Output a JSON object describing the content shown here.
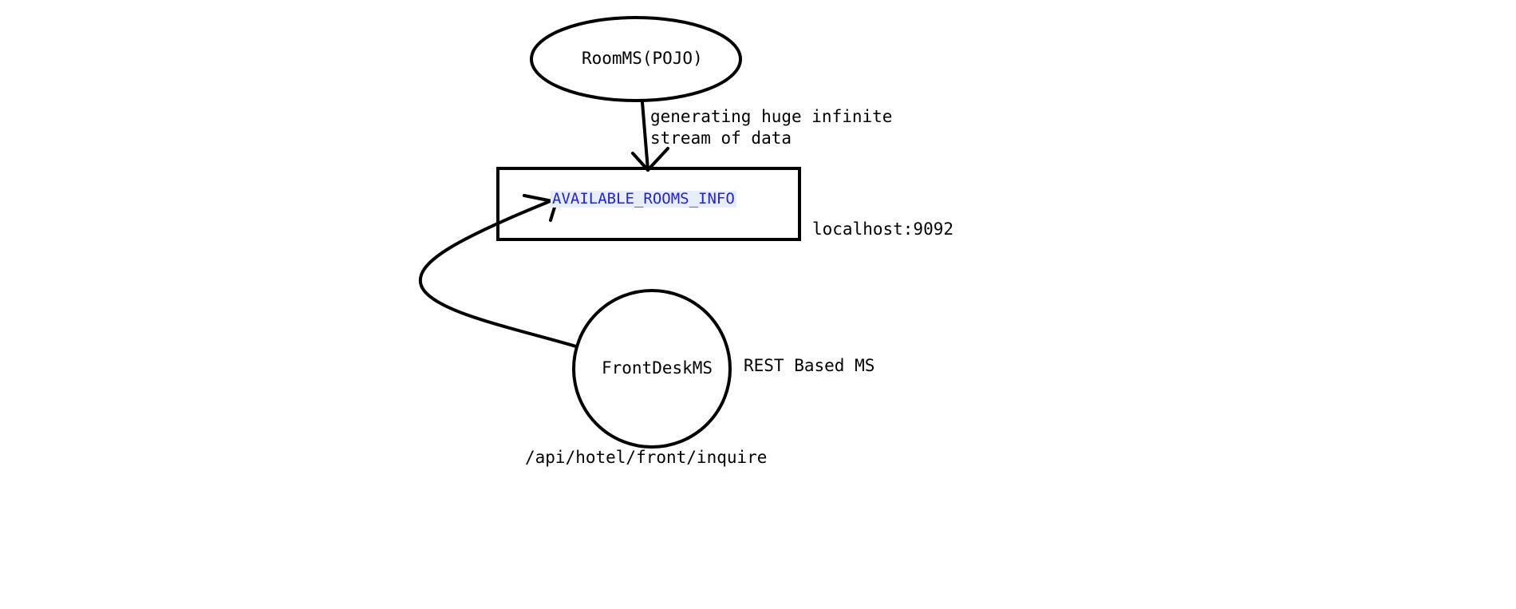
{
  "nodes": {
    "roomms": {
      "label": "RoomMS(POJO)"
    },
    "topic": {
      "label": "AVAILABLE_ROOMS_INFO"
    },
    "frontdesk": {
      "label": "FrontDeskMS"
    }
  },
  "annotations": {
    "stream_line1": "generating huge infinite",
    "stream_line2": "stream of data",
    "host": "localhost:9092",
    "rest": "REST Based MS",
    "endpoint": "/api/hotel/front/inquire"
  },
  "colors": {
    "stroke": "#000000",
    "topic_text": "#2323d8",
    "topic_highlight": "#e8edfb"
  }
}
